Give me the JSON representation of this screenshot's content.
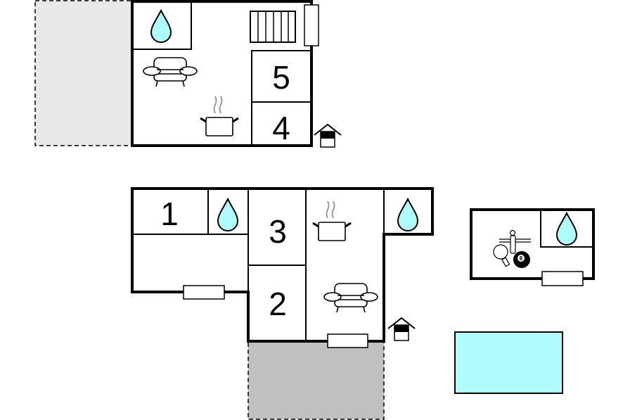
{
  "rooms": {
    "r1": "1",
    "r2": "2",
    "r3": "3",
    "r4": "4",
    "r5": "5"
  },
  "billiard_ball": "8",
  "colors": {
    "water": "#aefcfc",
    "pool": "#b0fcfc",
    "terrace_light": "#e8e8e8",
    "terrace_dark": "#c0c0c0"
  }
}
